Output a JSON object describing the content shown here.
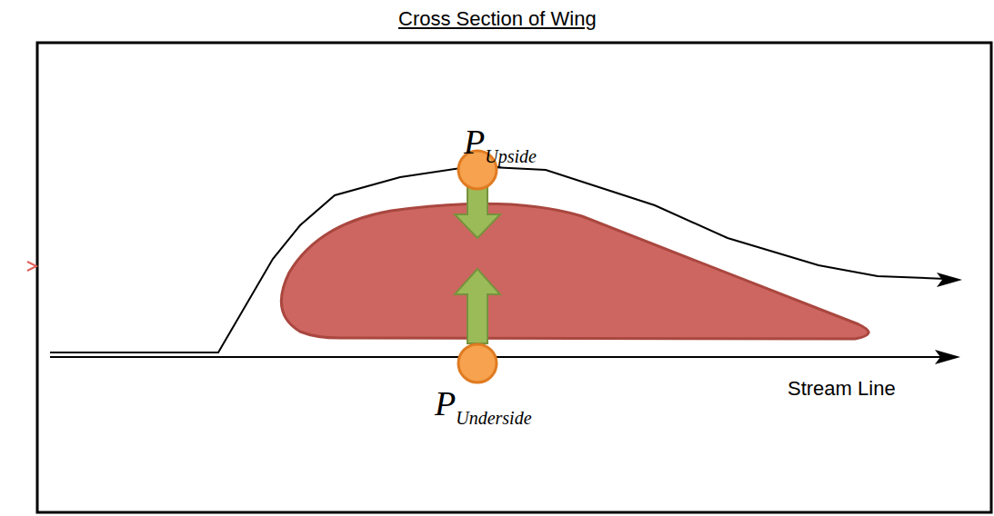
{
  "diagram": {
    "title": "Cross Section of Wing",
    "labels": [
      "P",
      "Upside",
      "P",
      "Underside",
      "Stream Line"
    ]
  }
}
